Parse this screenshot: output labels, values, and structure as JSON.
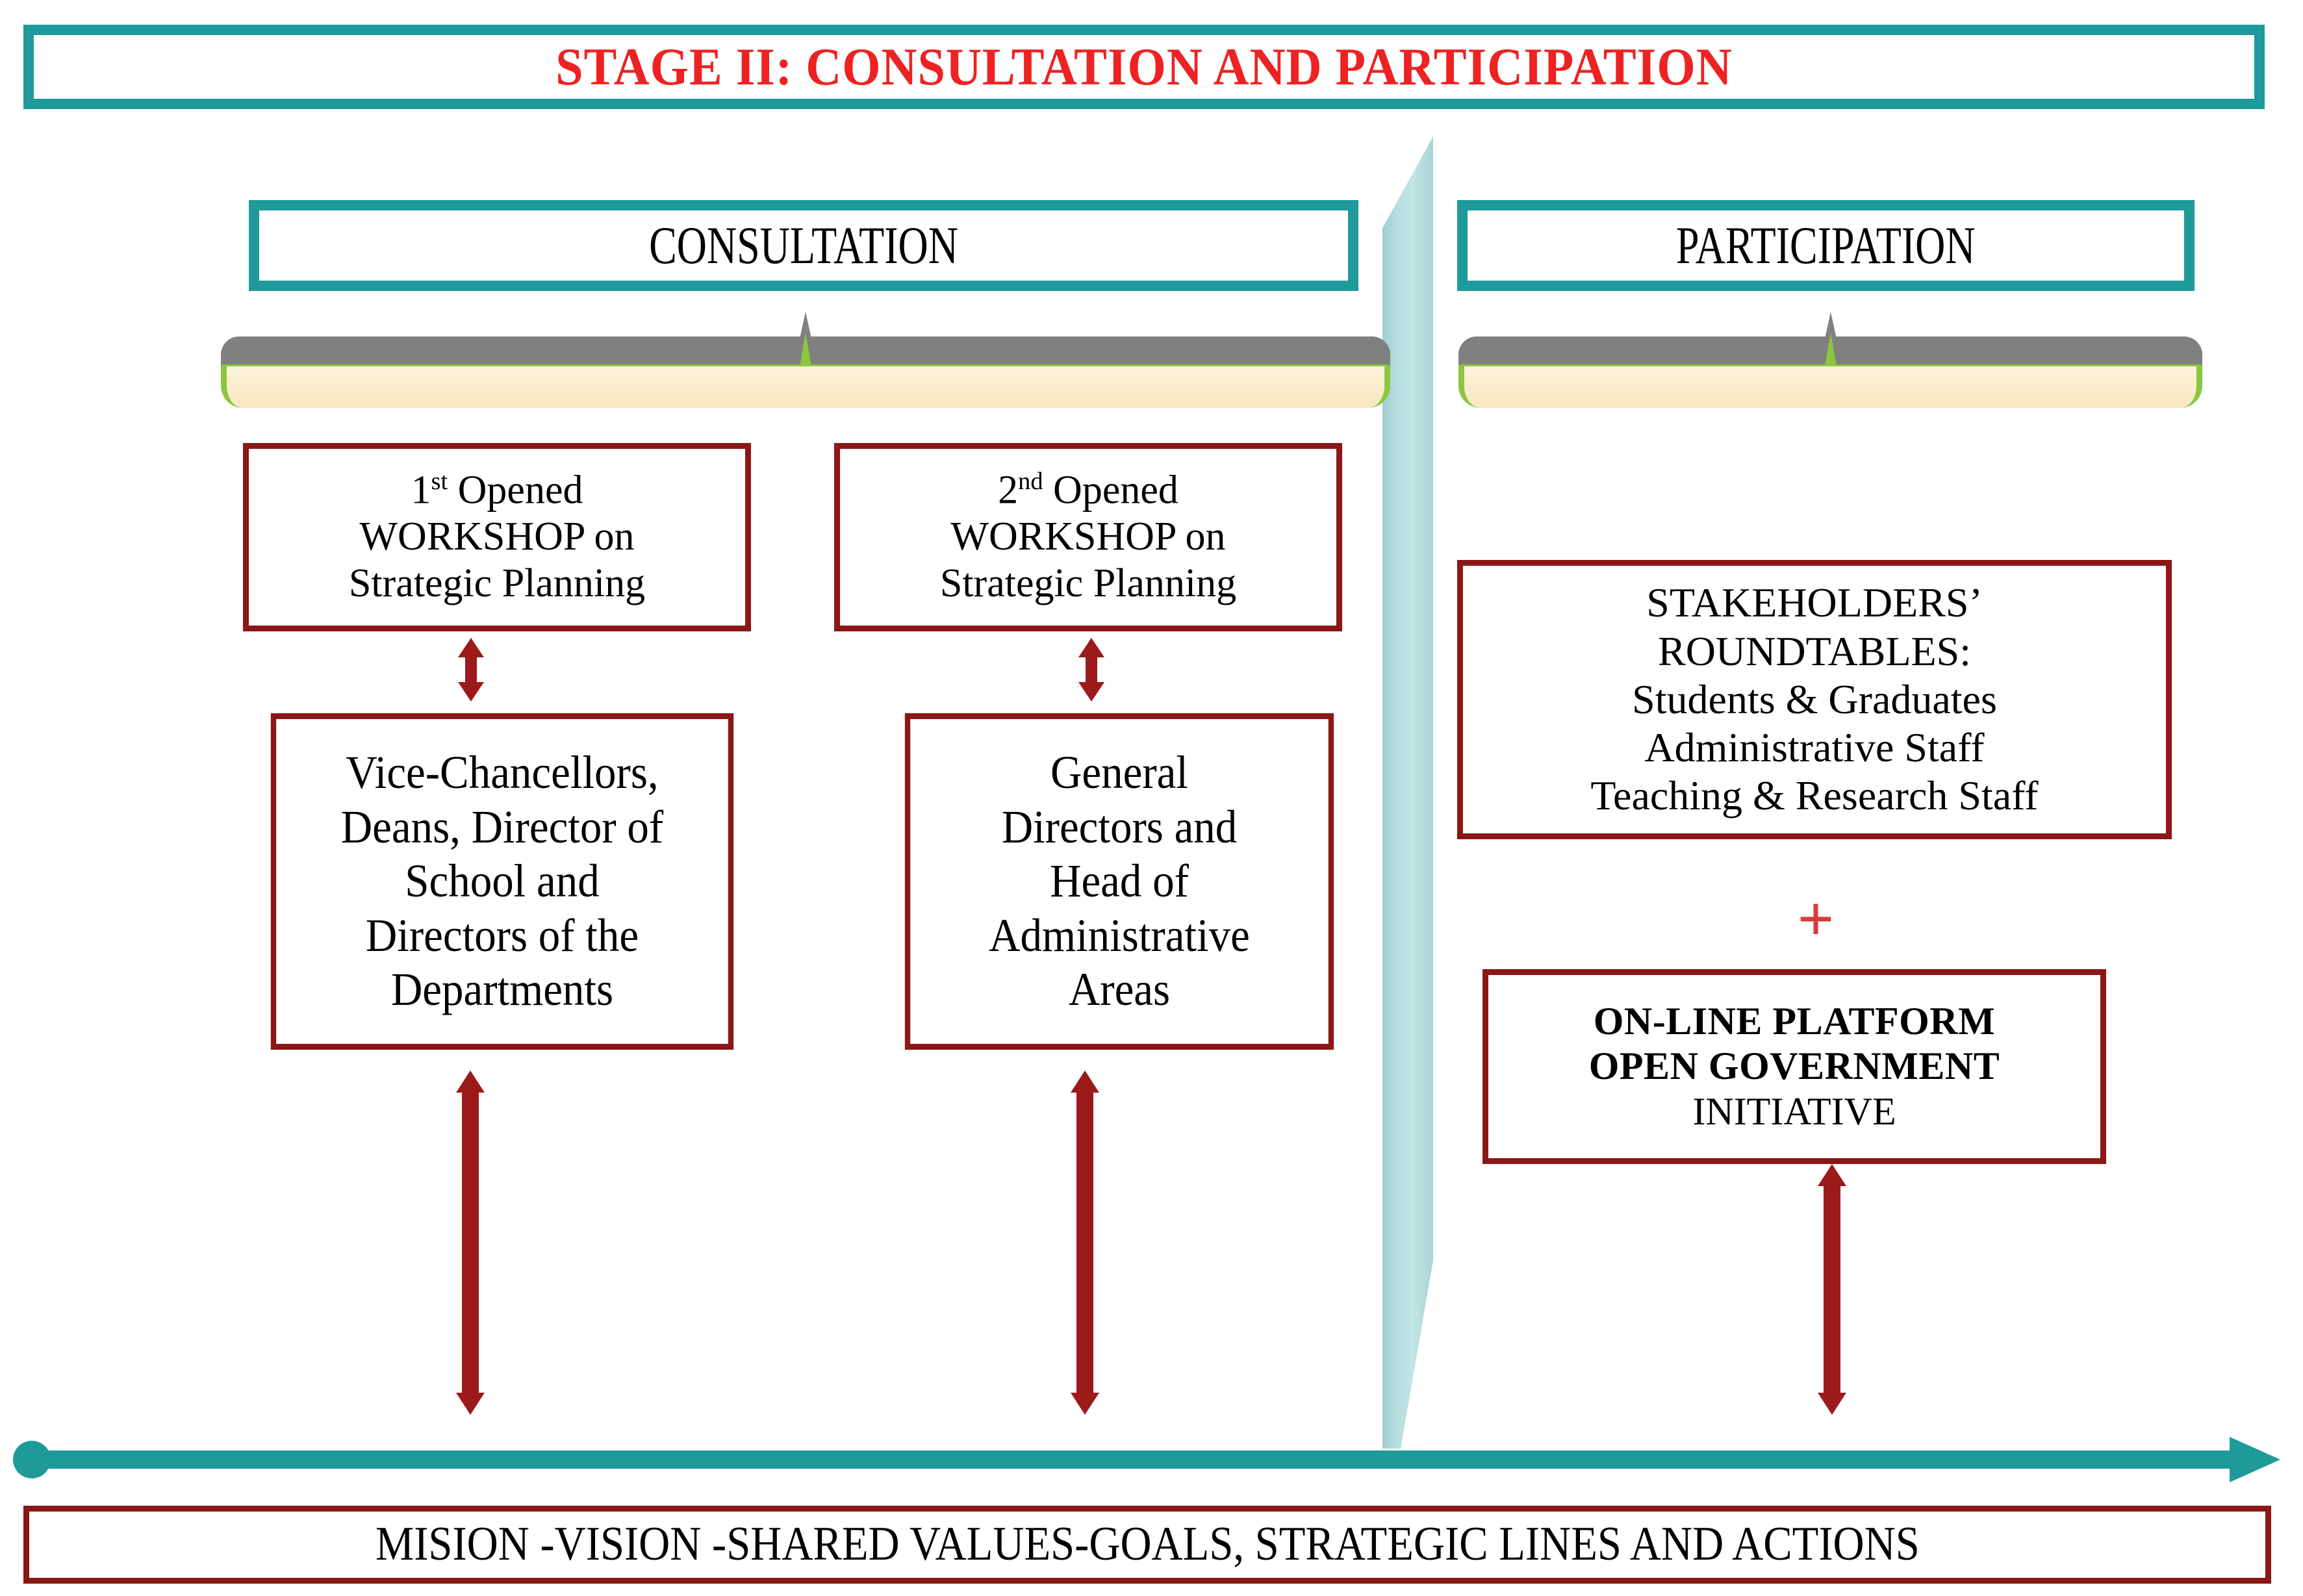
{
  "title": {
    "text": "STAGE II: CONSULTATION AND PARTICIPATION",
    "color": "#ee2222",
    "border_color": "#1f9a9a"
  },
  "sections": {
    "consultation": {
      "label": "CONSULTATION"
    },
    "participation": {
      "label": "PARTICIPATION"
    }
  },
  "consultation_column": {
    "workshops": [
      {
        "line1_prefix": "1",
        "line1_suffix": "st",
        "line1_rest": " Opened",
        "line2": "WORKSHOP on",
        "line3": "Strategic Planning"
      },
      {
        "line1_prefix": "2",
        "line1_suffix": "nd",
        "line1_rest": " Opened",
        "line2": "WORKSHOP on",
        "line3": "Strategic Planning"
      }
    ],
    "participants": [
      {
        "lines": [
          "Vice-Chancellors,",
          "Deans, Director of",
          "School and",
          "Directors of the",
          "Departments"
        ],
        "l0": "Vice-Chancellors,",
        "l1": "Deans, Director of",
        "l2": "School and",
        "l3": "Directors of the",
        "l4": "Departments"
      },
      {
        "lines": [
          "General",
          "Directors and",
          "Head of",
          "Administrative",
          "Areas"
        ],
        "l0": "General",
        "l1": "Directors and",
        "l2": "Head of",
        "l3": "Administrative",
        "l4": "Areas"
      }
    ]
  },
  "participation_column": {
    "stakeholders": {
      "l0": "STAKEHOLDERS’",
      "l1": "ROUNDTABLES:",
      "l2": "Students & Graduates",
      "l3": "Administrative Staff",
      "l4": "Teaching & Research  Staff"
    },
    "connector": "+",
    "platform": {
      "l0": "ON-LINE PLATFORM",
      "l1": "OPEN GOVERNMENT",
      "l2": "INITIATIVE"
    }
  },
  "bottom": {
    "outcome": "MISION -VISION -SHARED VALUES-GOALS, STRATEGIC LINES AND ACTIONS"
  },
  "colors": {
    "teal": "#1f9a9a",
    "teal_light": "#b7dede",
    "dark_red": "#8c1717",
    "arrow_red": "#9c1a1a",
    "plus_red": "#d93a3a",
    "banner_gray": "#808080",
    "banner_green": "#8cc63f",
    "banner_cream": "#faeccb"
  }
}
